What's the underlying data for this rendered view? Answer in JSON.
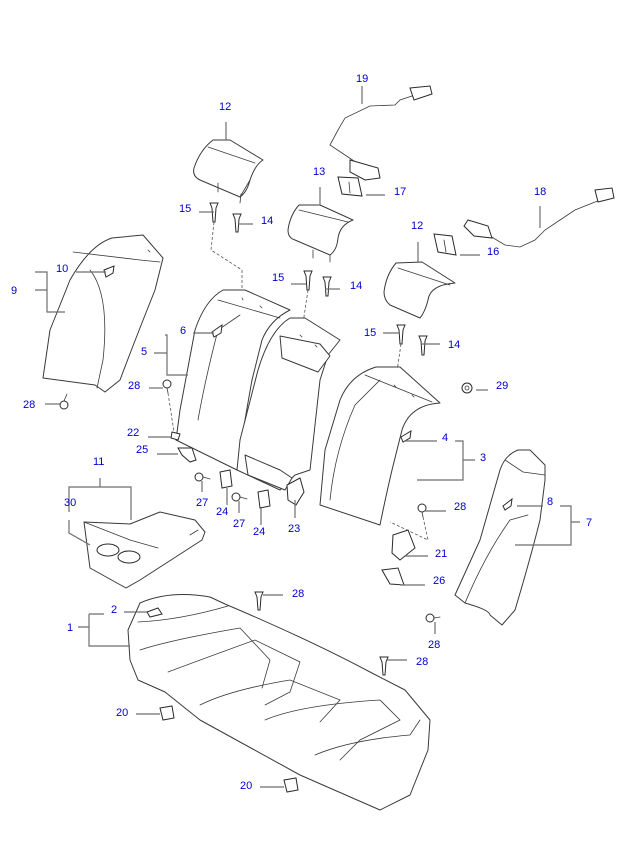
{
  "diagram": {
    "title": "Rear seat assembly exploded parts view",
    "label_color": "#0000cc",
    "line_color": "#3a3a3a",
    "leader_color": "#6e6e6e"
  },
  "callouts": [
    {
      "id": "c19",
      "part": "19",
      "desc": "cable-release-left"
    },
    {
      "id": "c12a",
      "part": "12",
      "desc": "headrest-left"
    },
    {
      "id": "c13",
      "part": "13",
      "desc": "headrest-center"
    },
    {
      "id": "c17",
      "part": "17",
      "desc": "release-knob-left"
    },
    {
      "id": "c18",
      "part": "18",
      "desc": "cable-release-right"
    },
    {
      "id": "c16",
      "part": "16",
      "desc": "release-knob-right"
    },
    {
      "id": "c12b",
      "part": "12",
      "desc": "headrest-right"
    },
    {
      "id": "c15a",
      "part": "15",
      "desc": "headrest-guide-left"
    },
    {
      "id": "c14a",
      "part": "14",
      "desc": "headrest-guide-left-lock"
    },
    {
      "id": "c15b",
      "part": "15",
      "desc": "headrest-guide-center"
    },
    {
      "id": "c14b",
      "part": "14",
      "desc": "headrest-guide-center-lock"
    },
    {
      "id": "c15c",
      "part": "15",
      "desc": "headrest-guide-right"
    },
    {
      "id": "c14c",
      "part": "14",
      "desc": "headrest-guide-right-lock"
    },
    {
      "id": "c10",
      "part": "10",
      "desc": "side-bolster-left-clip"
    },
    {
      "id": "c9",
      "part": "9",
      "desc": "side-bolster-left"
    },
    {
      "id": "c28a",
      "part": "28",
      "desc": "bolt-side-bolster-left"
    },
    {
      "id": "c6",
      "part": "6",
      "desc": "seatback-left-clip"
    },
    {
      "id": "c5",
      "part": "5",
      "desc": "seatback-left"
    },
    {
      "id": "c28b",
      "part": "28",
      "desc": "bolt-seatback-left"
    },
    {
      "id": "c22",
      "part": "22",
      "desc": "washer"
    },
    {
      "id": "c25",
      "part": "25",
      "desc": "hinge-bracket-left"
    },
    {
      "id": "c29",
      "part": "29",
      "desc": "nut"
    },
    {
      "id": "c4",
      "part": "4",
      "desc": "seatback-right-clip"
    },
    {
      "id": "c3",
      "part": "3",
      "desc": "seatback-right"
    },
    {
      "id": "c11",
      "part": "11",
      "desc": "armrest"
    },
    {
      "id": "c30",
      "part": "30",
      "desc": "cup-holder"
    },
    {
      "id": "c27a",
      "part": "27",
      "desc": "armrest-bolt-1"
    },
    {
      "id": "c24a",
      "part": "24",
      "desc": "armrest-bracket-1"
    },
    {
      "id": "c27b",
      "part": "27",
      "desc": "armrest-bolt-2"
    },
    {
      "id": "c24b",
      "part": "24",
      "desc": "armrest-bracket-2"
    },
    {
      "id": "c23",
      "part": "23",
      "desc": "armrest-hinge"
    },
    {
      "id": "c28c",
      "part": "28",
      "desc": "bolt-seatback-right"
    },
    {
      "id": "c21",
      "part": "21",
      "desc": "hinge-bracket-right"
    },
    {
      "id": "c26",
      "part": "26",
      "desc": "hinge-lower-right"
    },
    {
      "id": "c8",
      "part": "8",
      "desc": "side-bolster-right-clip"
    },
    {
      "id": "c7",
      "part": "7",
      "desc": "side-bolster-right"
    },
    {
      "id": "c28d",
      "part": "28",
      "desc": "bolt-side-bolster-right"
    },
    {
      "id": "c2",
      "part": "2",
      "desc": "cushion-clip"
    },
    {
      "id": "c1",
      "part": "1",
      "desc": "seat-cushion"
    },
    {
      "id": "c28e",
      "part": "28",
      "desc": "bolt-cushion-rear-left"
    },
    {
      "id": "c28f",
      "part": "28",
      "desc": "bolt-cushion-rear-right"
    },
    {
      "id": "c20a",
      "part": "20",
      "desc": "cushion-hook-1"
    },
    {
      "id": "c20b",
      "part": "20",
      "desc": "cushion-hook-2"
    }
  ]
}
